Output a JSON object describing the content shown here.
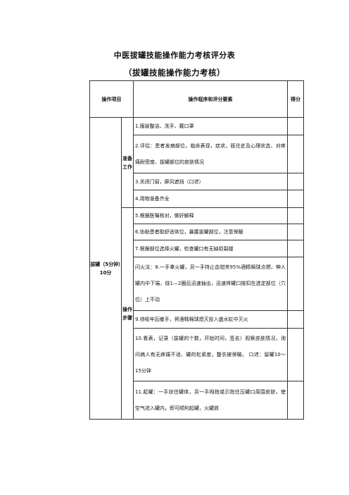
{
  "document": {
    "title": "中医拔罐技能操作能力考核评分表",
    "subtitle": "（拔罐技能操作能力考核）"
  },
  "table": {
    "headers": {
      "project": "操作项目",
      "procedure": "操作程序和评分要素",
      "score": "得分"
    },
    "project_name": "拔罐（5分钟）10分",
    "sections": [
      {
        "name": "准备工作",
        "items": [
          "1.服装整洁、洗手、戴口罩",
          "2.评估：患者发病部位，临床表现，症状，既往史及心理状态、对疼痛耐受度、拔罐部位的皮肤情况",
          "3.关闭门窗，屏风遮挡（口述）",
          "4.用物准备齐全"
        ]
      },
      {
        "name": "操作步骤",
        "items": [
          "5.根据医嘱核对，做好解释",
          "6.协助患者取舒适体位，暴露拔罐部位，注意保暖",
          "7.根据部位选择火罐，检查罐口有无缺损裂缝",
          "闪火法：8.一手拿火罐，另一手持止血钳夹95%酒精棉球点燃，伸入罐内中下端，绕1—2圈后迅速抽出，迅速将罐口按扣在选定部位（穴位）上不动",
          "9.待吸牢后撤手，将酒精棉球熄灭投入盛水缸中灭火",
          "10.看表，记录（拔罐的个数，开始时间，签名）观察皮肤情况，询问病人有无疼痛不适、罐的松紧度，整衣被保暖。 口述：留罐10～15分钟",
          "11.起罐：一手扶住罐体，另一手拇指或示指往压罐口周围皮肤，使空气进入罐内，即可顺利起罐，火罐放"
        ]
      }
    ]
  }
}
